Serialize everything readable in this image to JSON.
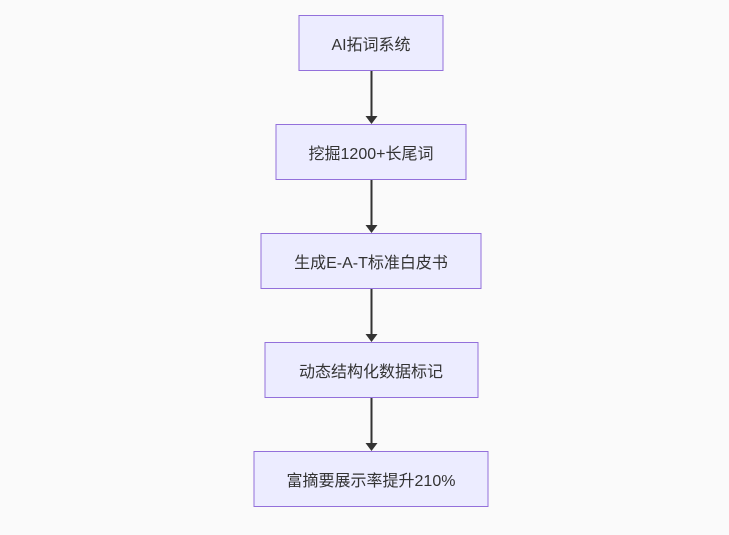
{
  "diagram": {
    "type": "flowchart",
    "direction": "top-down",
    "nodes": [
      {
        "id": "step-1",
        "label": "AI拓词系统"
      },
      {
        "id": "step-2",
        "label": "挖掘1200+长尾词"
      },
      {
        "id": "step-3",
        "label": "生成E-A-T标准白皮书"
      },
      {
        "id": "step-4",
        "label": "动态结构化数据标记"
      },
      {
        "id": "step-5",
        "label": "富摘要展示率提升210%"
      }
    ],
    "edges": [
      {
        "from": "step-1",
        "to": "step-2"
      },
      {
        "from": "step-2",
        "to": "step-3"
      },
      {
        "from": "step-3",
        "to": "step-4"
      },
      {
        "from": "step-4",
        "to": "step-5"
      }
    ],
    "colors": {
      "node_fill": "#ECECFF",
      "node_border": "#9370DB",
      "text": "#333333",
      "arrow": "#333333",
      "background": "#fafafa"
    }
  }
}
